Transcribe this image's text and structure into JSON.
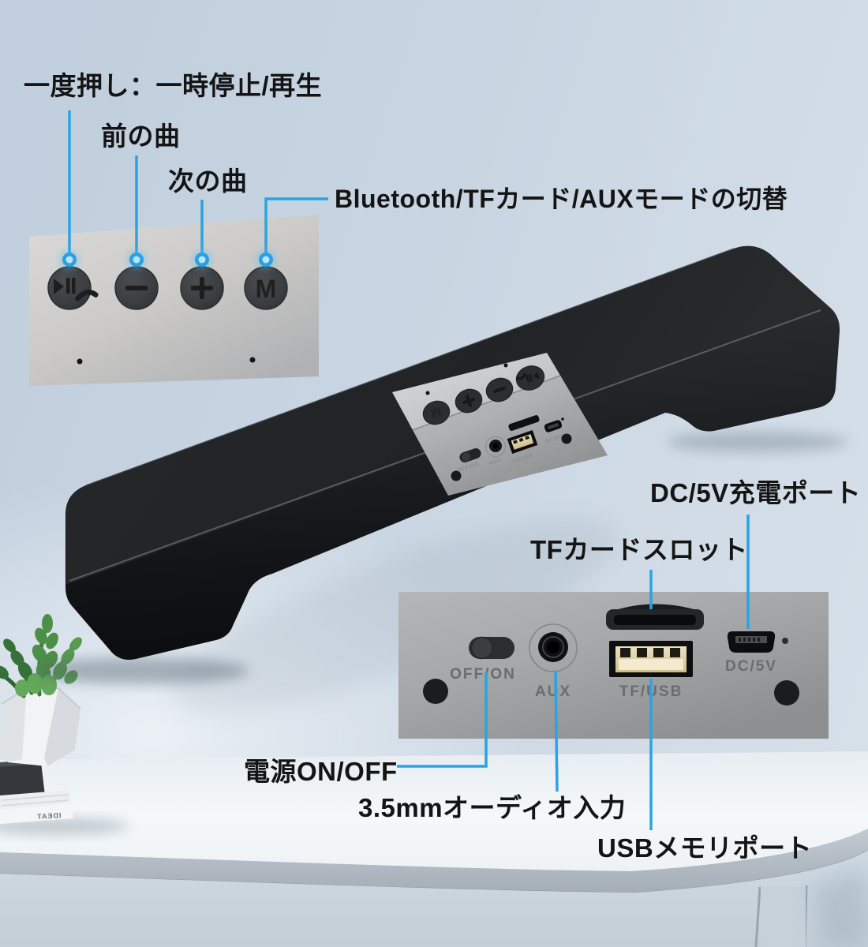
{
  "annotations": {
    "press_once": "一度押し：一時停止/再生",
    "prev_track": "前の曲",
    "next_track": "次の曲",
    "mode_switch": "Bluetooth/TFカード/AUXモードの切替",
    "dc_port": "DC/5V充電ポート",
    "tf_card_slot": "TFカードスロット",
    "power_switch": "電源ON/OFF",
    "audio_input": "3.5mmオーディオ入力",
    "usb_memory_port": "USBメモリポート"
  },
  "device_panel_labels": {
    "power": "OFF/ON",
    "aux": "AUX",
    "usb": "TF/USB",
    "dc": "DC/5V"
  },
  "buttons": {
    "mode": "M",
    "volume_up": "+",
    "volume_down": "−"
  },
  "icons": {
    "play_button": "play-pause-phone-icon",
    "glow_dot": "callout-target-dot"
  },
  "decor": {
    "book_spine_text": "IDEAT"
  },
  "colors": {
    "callout_blue": "#2BA3E2",
    "label_text": "#141414",
    "glow_dot": "#A9E2FB",
    "speaker_black": "#1B1D20",
    "panel_silver": "#C2C3C5"
  }
}
